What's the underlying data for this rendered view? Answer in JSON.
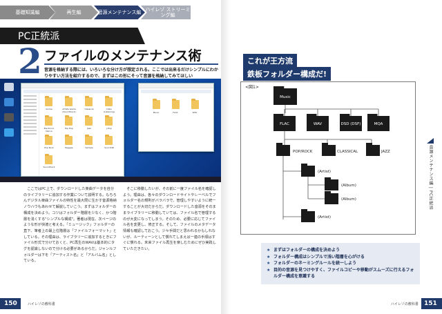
{
  "tabs": [
    {
      "label": "基礎知識編"
    },
    {
      "label": "再生編"
    },
    {
      "label": "音源メンテナンス編"
    },
    {
      "label": "ハイレゾ ストリーミング編"
    }
  ],
  "series_title": "PC正統派",
  "article": {
    "number": "2",
    "title": "ファイルのメンテナンス術",
    "lead": "音源を格納する際には、いろいろな分け方が想定される。ここでは出来るだけシンプルにわかりやすい方法を紹介するので、まずはこの形にそって音源を格納してみてほしい"
  },
  "screenshot": {
    "folders": [
      "Anime",
      "Artists Game (Soundtrack)",
      "Classical",
      "Data (Listening)",
      "Electronic Dance",
      "Hip Hop",
      "Jazz",
      "J-Pop",
      "Pop Rock",
      "Reggae",
      "Sample",
      "Soul RnB",
      "Soundtrack"
    ],
    "desktop_icons": [
      "Recycle Bin",
      "Windows Media Player",
      "foobar2000",
      "JRiver Media Center"
    ],
    "folder_labels": [
      "Music",
      "FLAC",
      "WAV"
    ]
  },
  "body": {
    "col1": "ここではPC上で、ダウンロードした楽曲データを自分のライブラリーに追加する作業について説明する。もちろんデジタル楽曲ファイルの特性を最大限に生かす音源格納ノウハウもあわせて解説していこう。まずはフォルダーの構成を決めよう。コツはフォルダー階層を少なく、かつ階層を浅くする\"シンプルな構成\"。著者は現在、次ページのような形が快適と考える。「ミュージック」フォルダーの直下、筆者上の最上位階層は「ファイルフォーマット」としている。その理由は、ライブラリーに追加するときにファイル形式で分けておくと、PC再生のWAVは基本的にタグを認識しないので分ける必要があるからだ。ジャンルフォルダーは下を「アーティスト名」と「アルバム名」としている。",
    "col2": "そこに移動したいが、その前に一度ファイル名を確認しよう。理由は、各々のダウンロードサイトやレーベルでフォルダー名の規則がバラバラで、管理しやすいように統一することが大切だからだ。ダウンロードした音源をそのままライブラリーに移動していては、ファイル名で管理するのが大変になってしまう。そのため、必要に応じてファイル名を変更し、修正する。そして、ファイルのメタデータ情報も確認しておこう。少々手間だと思われるかもしれないが、ルーティーンとして慣れてしまえば一連の手順はすぐに慣れる。未来ファイル再生を楽しむためにぜひ実践していただきたい。"
  },
  "footer": {
    "left_page": "150",
    "right_page": "151",
    "left_mag": "ハイレゾの教科書",
    "right_mag": "ハイレゾの教科書"
  },
  "callout": {
    "line1": "これが王方流",
    "line2": "鉄板フォルダー構成だ!"
  },
  "diagram": {
    "label": "<図1>",
    "root": "Music",
    "formats": [
      "FLAC",
      "WAV",
      "DSD (DSF)",
      "MQA"
    ],
    "genres": [
      "POP/ROCK",
      "CLASSICAL",
      "JAZZ"
    ],
    "artist": "(Artist)",
    "album": "(Album)"
  },
  "bullets": [
    "まずはフォルダーの構成を決めよう",
    "フォルダー構成はシンプルで浅い階層を心がける",
    "フォルダーのネーミングルールを統一しよう",
    "目的の音源を見つけやすく、ファイルコピーや移動がスムーズに行えるフォルダー構成を意識する"
  ],
  "side_label": "音源メンテナンス編 | PC正統派",
  "colors": {
    "navy": "#1f3b6e",
    "accent": "#2a4d8a",
    "folder": "#1a1a1a"
  }
}
